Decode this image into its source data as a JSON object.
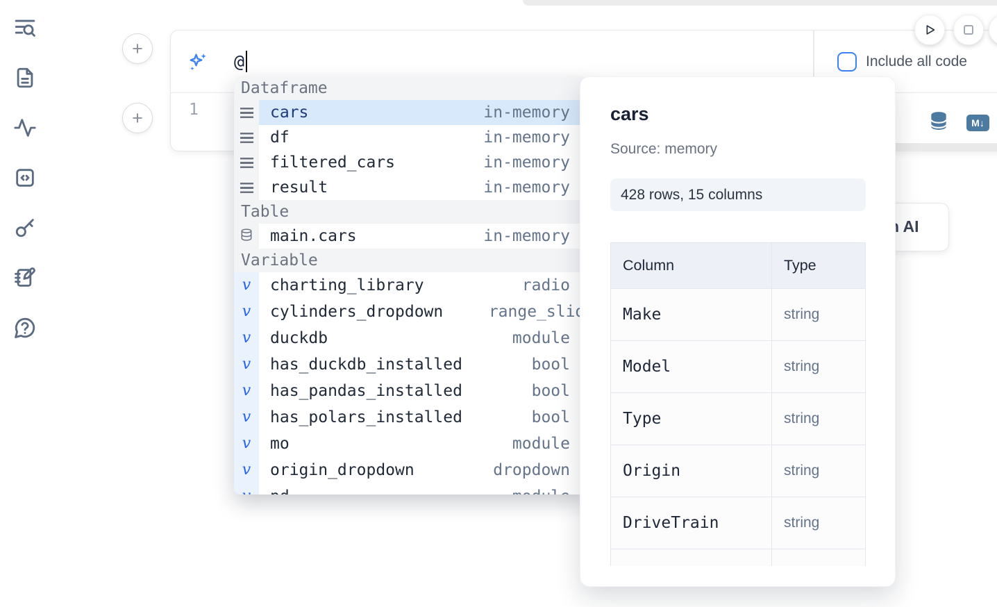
{
  "colors": {
    "accent": "#3b82f6",
    "selection": "#d7e9fb",
    "steel_blue_icon": "#4d7aa0",
    "sidebar_icon": "#5b6b82"
  },
  "sidebar": {
    "items": [
      {
        "icon": "toc-search-icon",
        "name": "table-of-contents"
      },
      {
        "icon": "document-icon",
        "name": "files"
      },
      {
        "icon": "activity-icon",
        "name": "dependency-graph"
      },
      {
        "icon": "code-snippets-icon",
        "name": "snippets"
      },
      {
        "icon": "key-icon",
        "name": "secrets"
      },
      {
        "icon": "scratchpad-icon",
        "name": "scratchpad"
      },
      {
        "icon": "help-circle-icon",
        "name": "help"
      }
    ]
  },
  "run_controls": {
    "play": "run-cell",
    "stop": "interrupt"
  },
  "cell": {
    "prompt_text": "@",
    "include_all_code": {
      "label": "Include all code",
      "checked": false
    },
    "line_number": "1",
    "code_icons": [
      "database-icon",
      "markdown-icon"
    ],
    "markdown_badge": "M↓"
  },
  "ai_card": {
    "label": "with AI"
  },
  "completion": {
    "sections": [
      {
        "label": "Dataframe",
        "kind": "dataframe",
        "items": [
          {
            "name": "cars",
            "type": "in-memory",
            "selected": true
          },
          {
            "name": "df",
            "type": "in-memory"
          },
          {
            "name": "filtered_cars",
            "type": "in-memory"
          },
          {
            "name": "result",
            "type": "in-memory"
          }
        ]
      },
      {
        "label": "Table",
        "kind": "table",
        "items": [
          {
            "name": "main.cars",
            "type": "in-memory"
          }
        ]
      },
      {
        "label": "Variable",
        "kind": "variable",
        "items": [
          {
            "name": "charting_library",
            "type": "radio"
          },
          {
            "name": "cylinders_dropdown",
            "type": "range_slider",
            "overflow": true
          },
          {
            "name": "duckdb",
            "type": "module"
          },
          {
            "name": "has_duckdb_installed",
            "type": "bool"
          },
          {
            "name": "has_pandas_installed",
            "type": "bool"
          },
          {
            "name": "has_polars_installed",
            "type": "bool"
          },
          {
            "name": "mo",
            "type": "module"
          },
          {
            "name": "origin_dropdown",
            "type": "dropdown"
          },
          {
            "name": "pd",
            "type": "module"
          }
        ]
      }
    ]
  },
  "popup": {
    "title": "cars",
    "source": "Source: memory",
    "stats": "428 rows, 15 columns",
    "table": {
      "headers": [
        "Column",
        "Type"
      ],
      "rows": [
        [
          "Make",
          "string"
        ],
        [
          "Model",
          "string"
        ],
        [
          "Type",
          "string"
        ],
        [
          "Origin",
          "string"
        ],
        [
          "DriveTrain",
          "string"
        ],
        [
          "",
          ""
        ]
      ]
    }
  }
}
